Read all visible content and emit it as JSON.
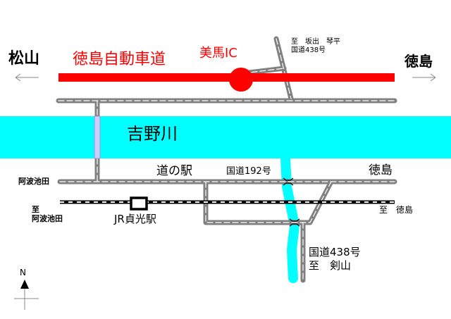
{
  "map": {
    "expressway": "徳島自動車道",
    "interchange": "美馬IC",
    "west_label": "松山",
    "east_label": "徳島",
    "north_route_dest": "至　坂出　琴平",
    "north_route_name": "国道438号",
    "river": "吉野川",
    "roadside_station": "道の駅",
    "route192": "国道192号",
    "route192_east": "徳島",
    "route192_west": "阿波池田",
    "rail_west_to": "至",
    "rail_west": "阿波池田",
    "rail_east": "至　徳島",
    "station": "JR貞光駅",
    "south_route_name": "国道438号",
    "south_route_dest": "至　剣山",
    "north": "N"
  },
  "colors": {
    "expressway": "#ff0000",
    "river": "#00ffff",
    "road": "#808080",
    "bridge": "#ccccff"
  }
}
